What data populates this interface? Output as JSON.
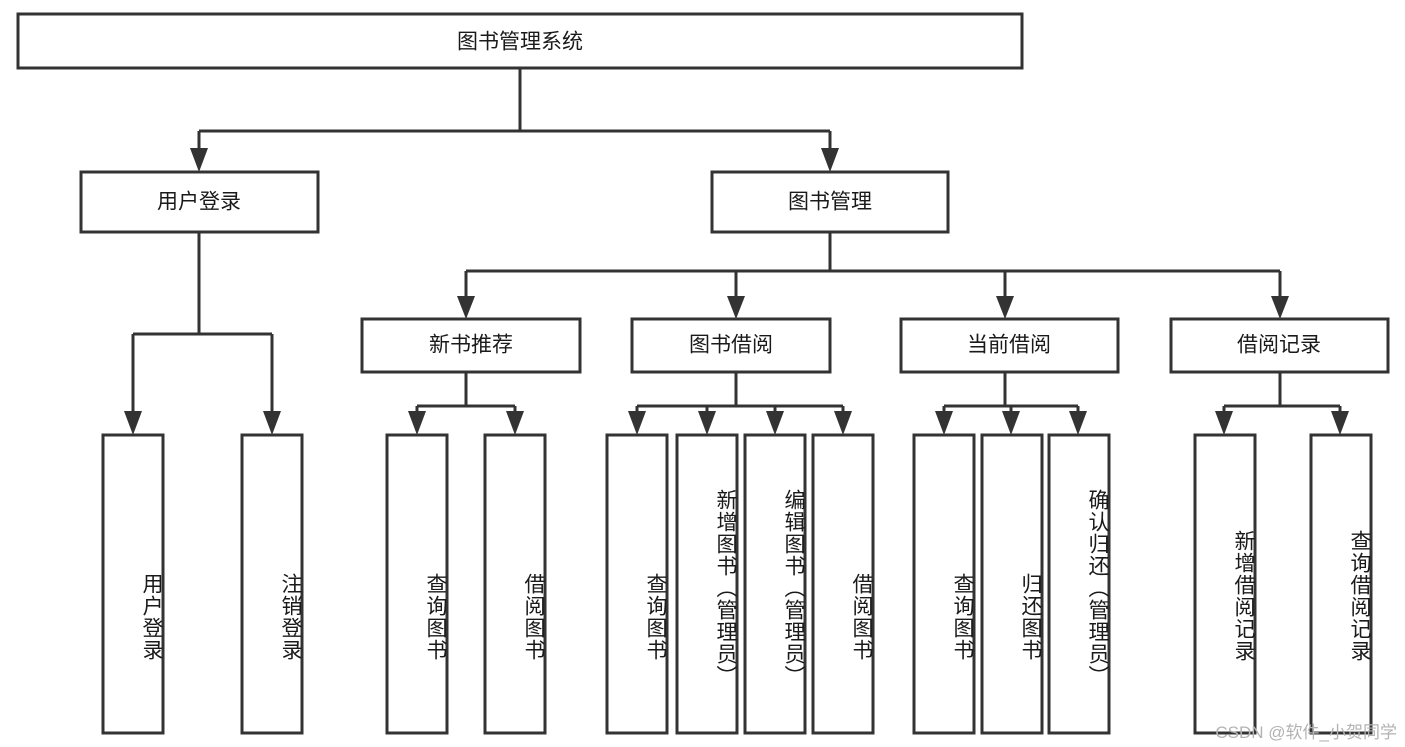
{
  "diagram": {
    "type": "tree-hierarchy",
    "title": "图书管理系统",
    "root": {
      "id": "root",
      "label": "图书管理系统",
      "orientation": "horizontal"
    },
    "level2": [
      {
        "id": "user-login",
        "label": "用户登录",
        "orientation": "horizontal"
      },
      {
        "id": "book-manage",
        "label": "图书管理",
        "orientation": "horizontal"
      }
    ],
    "level3": [
      {
        "id": "new-book-rec",
        "label": "新书推荐",
        "orientation": "horizontal",
        "parent": "book-manage"
      },
      {
        "id": "book-borrow",
        "label": "图书借阅",
        "orientation": "horizontal",
        "parent": "book-manage"
      },
      {
        "id": "current-borrow",
        "label": "当前借阅",
        "orientation": "horizontal",
        "parent": "book-manage"
      },
      {
        "id": "borrow-record",
        "label": "借阅记录",
        "orientation": "horizontal",
        "parent": "book-manage"
      }
    ],
    "leaves": [
      {
        "id": "leaf-user-login",
        "label": "用户登录",
        "orientation": "vertical",
        "parent": "user-login"
      },
      {
        "id": "leaf-logout",
        "label": "注销登录",
        "orientation": "vertical",
        "parent": "user-login"
      },
      {
        "id": "leaf-query-book-1",
        "label": "查询图书",
        "orientation": "vertical",
        "parent": "new-book-rec"
      },
      {
        "id": "leaf-borrow-book-1",
        "label": "借阅图书",
        "orientation": "vertical",
        "parent": "new-book-rec"
      },
      {
        "id": "leaf-query-book-2",
        "label": "查询图书",
        "orientation": "vertical",
        "parent": "book-borrow"
      },
      {
        "id": "leaf-add-book",
        "label": "新增图书（管理员）",
        "orientation": "vertical",
        "parent": "book-borrow"
      },
      {
        "id": "leaf-edit-book",
        "label": "编辑图书（管理员）",
        "orientation": "vertical",
        "parent": "book-borrow"
      },
      {
        "id": "leaf-borrow-book-2",
        "label": "借阅图书",
        "orientation": "vertical",
        "parent": "book-borrow"
      },
      {
        "id": "leaf-query-book-3",
        "label": "查询图书",
        "orientation": "vertical",
        "parent": "current-borrow"
      },
      {
        "id": "leaf-return-book",
        "label": "归还图书",
        "orientation": "vertical",
        "parent": "current-borrow"
      },
      {
        "id": "leaf-confirm-return",
        "label": "确认归还（管理员）",
        "orientation": "vertical",
        "parent": "current-borrow"
      },
      {
        "id": "leaf-add-record",
        "label": "新增借阅记录",
        "orientation": "vertical",
        "parent": "borrow-record"
      },
      {
        "id": "leaf-query-record",
        "label": "查询借阅记录",
        "orientation": "vertical",
        "parent": "borrow-record"
      }
    ]
  },
  "watermark": {
    "text": "CSDN @软件_小贺同学"
  },
  "colors": {
    "stroke": "#333333",
    "box_fill": "#ffffff",
    "text": "#1a1a1a",
    "background": "#ffffff",
    "watermark": "#b3b3b3"
  }
}
